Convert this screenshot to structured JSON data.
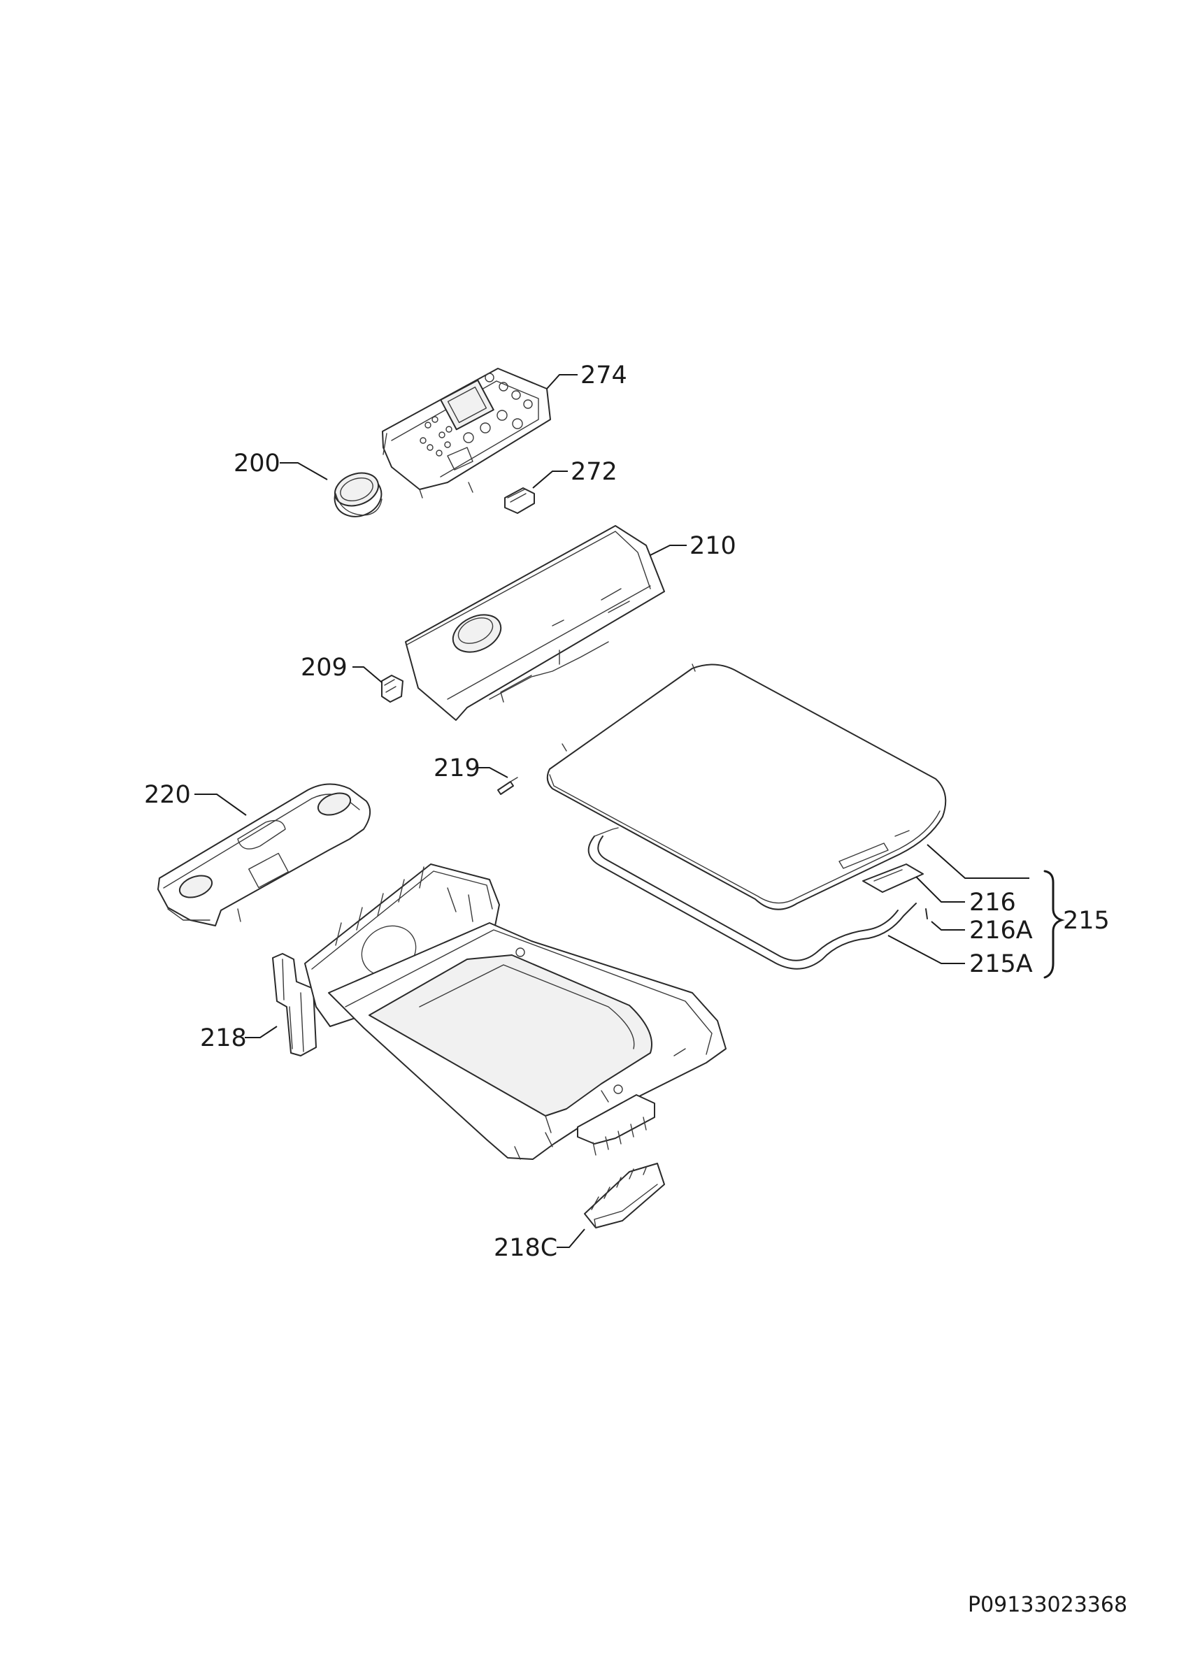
{
  "parts": {
    "p274": "274",
    "p200": "200",
    "p272": "272",
    "p210": "210",
    "p209": "209",
    "p219": "219",
    "p220": "220",
    "p216": "216",
    "p216A": "216A",
    "p215": "215",
    "p215A": "215A",
    "p218": "218",
    "p218C": "218C"
  },
  "document_id": "P09133023368"
}
